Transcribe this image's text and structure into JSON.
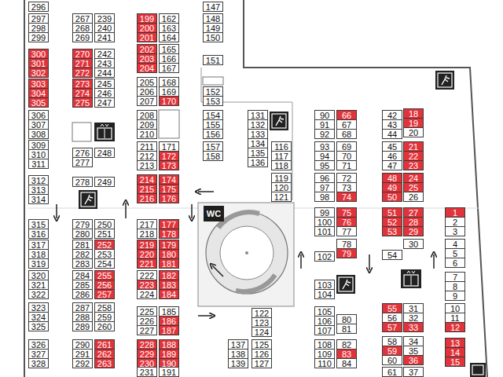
{
  "diagram": {
    "nodes": [
      {
        "text": [
          "296"
        ]
      },
      {
        "text": [
          "297"
        ]
      },
      {
        "text": [
          "298"
        ]
      },
      {
        "text": [
          "299"
        ]
      },
      {
        "text": [
          "300"
        ]
      },
      {
        "text": [
          "301"
        ]
      },
      {
        "text": [
          "302"
        ]
      },
      {
        "text": [
          "303"
        ]
      },
      {
        "text": [
          "304"
        ]
      },
      {
        "text": [
          "305"
        ]
      },
      {
        "text": [
          "306"
        ]
      },
      {
        "text": [
          "307"
        ]
      },
      {
        "text": [
          "308"
        ]
      },
      {
        "text": [
          "309"
        ]
      },
      {
        "text": [
          "310"
        ]
      },
      {
        "text": [
          "311"
        ]
      },
      {
        "text": [
          "312"
        ]
      },
      {
        "text": [
          "313"
        ]
      },
      {
        "text": [
          "314"
        ]
      },
      {
        "text": [
          "315"
        ]
      },
      {
        "text": [
          "316"
        ]
      },
      {
        "text": [
          "317"
        ]
      },
      {
        "text": [
          "318"
        ]
      },
      {
        "text": [
          "319"
        ]
      },
      {
        "text": [
          "320"
        ]
      },
      {
        "text": [
          "321"
        ]
      },
      {
        "text": [
          "322"
        ]
      },
      {
        "text": [
          "323"
        ]
      },
      {
        "text": [
          "324"
        ]
      },
      {
        "text": [
          "325"
        ]
      },
      {
        "text": [
          "326"
        ]
      },
      {
        "text": [
          "327"
        ]
      },
      {
        "text": [
          "328"
        ]
      },
      {
        "text": [
          "267"
        ]
      },
      {
        "text": [
          "268"
        ]
      },
      {
        "text": [
          "269"
        ]
      },
      {
        "text": [
          "270"
        ]
      },
      {
        "text": [
          "271"
        ]
      },
      {
        "text": [
          "272"
        ]
      },
      {
        "text": [
          "273"
        ]
      },
      {
        "text": [
          "274"
        ]
      },
      {
        "text": [
          "275"
        ]
      },
      {
        "text": [
          "276"
        ]
      },
      {
        "text": [
          "277"
        ]
      },
      {
        "text": [
          "278"
        ]
      },
      {
        "text": [
          "279"
        ]
      },
      {
        "text": [
          "280"
        ]
      },
      {
        "text": [
          "281"
        ]
      },
      {
        "text": [
          "282"
        ]
      },
      {
        "text": [
          "283"
        ]
      },
      {
        "text": [
          "284"
        ]
      },
      {
        "text": [
          "285"
        ]
      },
      {
        "text": [
          "286"
        ]
      },
      {
        "text": [
          "287"
        ]
      },
      {
        "text": [
          "288"
        ]
      },
      {
        "text": [
          "289"
        ]
      },
      {
        "text": [
          "290"
        ]
      },
      {
        "text": [
          "291"
        ]
      },
      {
        "text": [
          "292"
        ]
      },
      {
        "text": [
          "239"
        ]
      },
      {
        "text": [
          "240"
        ]
      },
      {
        "text": [
          "241"
        ]
      },
      {
        "text": [
          "242"
        ]
      },
      {
        "text": [
          "243"
        ]
      },
      {
        "text": [
          "244"
        ]
      },
      {
        "text": [
          "245"
        ]
      },
      {
        "text": [
          "246"
        ]
      },
      {
        "text": [
          "247"
        ]
      },
      {
        "text": [
          "248"
        ]
      },
      {
        "text": [
          "249"
        ]
      },
      {
        "text": [
          "250"
        ]
      },
      {
        "text": [
          "251"
        ]
      },
      {
        "text": [
          "252"
        ]
      },
      {
        "text": [
          "253"
        ]
      },
      {
        "text": [
          "254"
        ]
      },
      {
        "text": [
          "255"
        ]
      },
      {
        "text": [
          "256"
        ]
      },
      {
        "text": [
          "257"
        ]
      },
      {
        "text": [
          "258"
        ]
      },
      {
        "text": [
          "259"
        ]
      },
      {
        "text": [
          "260"
        ]
      },
      {
        "text": [
          "261"
        ]
      },
      {
        "text": [
          "262"
        ]
      },
      {
        "text": [
          "263"
        ]
      },
      {
        "text": [
          "199"
        ]
      },
      {
        "text": [
          "200"
        ]
      },
      {
        "text": [
          "201"
        ]
      },
      {
        "text": [
          "202"
        ]
      },
      {
        "text": [
          "203"
        ]
      },
      {
        "text": [
          "204"
        ]
      },
      {
        "text": [
          "205"
        ]
      },
      {
        "text": [
          "206"
        ]
      },
      {
        "text": [
          "207"
        ]
      },
      {
        "text": [
          "208"
        ]
      },
      {
        "text": [
          "209"
        ]
      },
      {
        "text": [
          "210"
        ]
      },
      {
        "text": [
          "211"
        ]
      },
      {
        "text": [
          "212"
        ]
      },
      {
        "text": [
          "213"
        ]
      },
      {
        "text": [
          "214"
        ]
      },
      {
        "text": [
          "215"
        ]
      },
      {
        "text": [
          "216"
        ]
      },
      {
        "text": [
          "217"
        ]
      },
      {
        "text": [
          "218"
        ]
      },
      {
        "text": [
          "219"
        ]
      },
      {
        "text": [
          "220"
        ]
      },
      {
        "text": [
          "221"
        ]
      },
      {
        "text": [
          "222"
        ]
      },
      {
        "text": [
          "223"
        ]
      },
      {
        "text": [
          "224"
        ]
      },
      {
        "text": [
          "225"
        ]
      },
      {
        "text": [
          "226"
        ]
      },
      {
        "text": [
          "227"
        ]
      },
      {
        "text": [
          "228"
        ]
      },
      {
        "text": [
          "229"
        ]
      },
      {
        "text": [
          "230"
        ]
      },
      {
        "text": [
          "231"
        ]
      },
      {
        "text": [
          "162"
        ]
      },
      {
        "text": [
          "163"
        ]
      },
      {
        "text": [
          "164"
        ]
      },
      {
        "text": [
          "165"
        ]
      },
      {
        "text": [
          "166"
        ]
      },
      {
        "text": [
          "167"
        ]
      },
      {
        "text": [
          "168"
        ]
      },
      {
        "text": [
          "169"
        ]
      },
      {
        "text": [
          "170"
        ]
      },
      {
        "text": [
          "171"
        ]
      },
      {
        "text": [
          "172"
        ]
      },
      {
        "text": [
          "173"
        ]
      },
      {
        "text": [
          "174"
        ]
      },
      {
        "text": [
          "175"
        ]
      },
      {
        "text": [
          "176"
        ]
      },
      {
        "text": [
          "177"
        ]
      },
      {
        "text": [
          "178"
        ]
      },
      {
        "text": [
          "179"
        ]
      },
      {
        "text": [
          "180"
        ]
      },
      {
        "text": [
          "181"
        ]
      },
      {
        "text": [
          "182"
        ]
      },
      {
        "text": [
          "183"
        ]
      },
      {
        "text": [
          "184"
        ]
      },
      {
        "text": [
          "185"
        ]
      },
      {
        "text": [
          "186"
        ]
      },
      {
        "text": [
          "187"
        ]
      },
      {
        "text": [
          "188"
        ]
      },
      {
        "text": [
          "189"
        ]
      },
      {
        "text": [
          "190"
        ]
      },
      {
        "text": [
          "191"
        ]
      },
      {
        "text": [
          "147"
        ]
      },
      {
        "text": [
          "148"
        ]
      },
      {
        "text": [
          "149"
        ]
      },
      {
        "text": [
          "150"
        ]
      },
      {
        "text": [
          "151"
        ]
      },
      {
        "text": [
          "152"
        ]
      },
      {
        "text": [
          "153"
        ]
      },
      {
        "text": [
          "154"
        ]
      },
      {
        "text": [
          "155"
        ]
      },
      {
        "text": [
          "156"
        ]
      },
      {
        "text": [
          "157"
        ]
      },
      {
        "text": [
          "158"
        ]
      },
      {
        "text": [
          "131"
        ]
      },
      {
        "text": [
          "132"
        ]
      },
      {
        "text": [
          "133"
        ]
      },
      {
        "text": [
          "134"
        ]
      },
      {
        "text": [
          "135"
        ]
      },
      {
        "text": [
          "136"
        ]
      },
      {
        "text": [
          "116"
        ]
      },
      {
        "text": [
          "117"
        ]
      },
      {
        "text": [
          "118"
        ]
      },
      {
        "text": [
          "119"
        ]
      },
      {
        "text": [
          "120"
        ]
      },
      {
        "text": [
          "121"
        ]
      },
      {
        "text": [
          "122"
        ]
      },
      {
        "text": [
          "123"
        ]
      },
      {
        "text": [
          "124"
        ]
      },
      {
        "text": [
          "125"
        ]
      },
      {
        "text": [
          "126"
        ]
      },
      {
        "text": [
          "127"
        ]
      },
      {
        "text": [
          "137"
        ]
      },
      {
        "text": [
          "138"
        ]
      },
      {
        "text": [
          "139"
        ]
      },
      {
        "text": [
          "90"
        ]
      },
      {
        "text": [
          "91"
        ]
      },
      {
        "text": [
          "92"
        ]
      },
      {
        "text": [
          "93"
        ]
      },
      {
        "text": [
          "94"
        ]
      },
      {
        "text": [
          "95"
        ]
      },
      {
        "text": [
          "96"
        ]
      },
      {
        "text": [
          "97"
        ]
      },
      {
        "text": [
          "98"
        ]
      },
      {
        "text": [
          "99"
        ]
      },
      {
        "text": [
          "100"
        ]
      },
      {
        "text": [
          "101"
        ]
      },
      {
        "text": [
          "102"
        ]
      },
      {
        "text": [
          "103"
        ]
      },
      {
        "text": [
          "104"
        ]
      },
      {
        "text": [
          "105"
        ]
      },
      {
        "text": [
          "106"
        ]
      },
      {
        "text": [
          "107"
        ]
      },
      {
        "text": [
          "108"
        ]
      },
      {
        "text": [
          "109"
        ]
      },
      {
        "text": [
          "110"
        ]
      },
      {
        "text": [
          "66"
        ]
      },
      {
        "text": [
          "67"
        ]
      },
      {
        "text": [
          "68"
        ]
      },
      {
        "text": [
          "69"
        ]
      },
      {
        "text": [
          "70"
        ]
      },
      {
        "text": [
          "71"
        ]
      },
      {
        "text": [
          "72"
        ]
      },
      {
        "text": [
          "73"
        ]
      },
      {
        "text": [
          "74"
        ]
      },
      {
        "text": [
          "75"
        ]
      },
      {
        "text": [
          "76"
        ]
      },
      {
        "text": [
          "77"
        ]
      },
      {
        "text": [
          "78"
        ]
      },
      {
        "text": [
          "79"
        ]
      },
      {
        "text": [
          "80"
        ]
      },
      {
        "text": [
          "81"
        ]
      },
      {
        "text": [
          "82"
        ]
      },
      {
        "text": [
          "83"
        ]
      },
      {
        "text": [
          "84"
        ]
      },
      {
        "text": [
          "42"
        ]
      },
      {
        "text": [
          "43"
        ]
      },
      {
        "text": [
          "44"
        ]
      },
      {
        "text": [
          "45"
        ]
      },
      {
        "text": [
          "46"
        ]
      },
      {
        "text": [
          "47"
        ]
      },
      {
        "text": [
          "48"
        ]
      },
      {
        "text": [
          "49"
        ]
      },
      {
        "text": [
          "50"
        ]
      },
      {
        "text": [
          "51"
        ]
      },
      {
        "text": [
          "52"
        ]
      },
      {
        "text": [
          "53"
        ]
      },
      {
        "text": [
          "54"
        ]
      },
      {
        "text": [
          "55"
        ]
      },
      {
        "text": [
          "56"
        ]
      },
      {
        "text": [
          "57"
        ]
      },
      {
        "text": [
          "58"
        ]
      },
      {
        "text": [
          "59"
        ]
      },
      {
        "text": [
          "60"
        ]
      },
      {
        "text": [
          "61"
        ]
      },
      {
        "text": [
          "18"
        ]
      },
      {
        "text": [
          "19"
        ]
      },
      {
        "text": [
          "20"
        ]
      },
      {
        "text": [
          "21"
        ]
      },
      {
        "text": [
          "22"
        ]
      },
      {
        "text": [
          "23"
        ]
      },
      {
        "text": [
          "24"
        ]
      },
      {
        "text": [
          "25"
        ]
      },
      {
        "text": [
          "26"
        ]
      },
      {
        "text": [
          "27"
        ]
      },
      {
        "text": [
          "28"
        ]
      },
      {
        "text": [
          "29"
        ]
      },
      {
        "text": [
          "30"
        ]
      },
      {
        "text": [
          "31"
        ]
      },
      {
        "text": [
          "32"
        ]
      },
      {
        "text": [
          "33"
        ]
      },
      {
        "text": [
          "34"
        ]
      },
      {
        "text": [
          "35"
        ]
      },
      {
        "text": [
          "36"
        ]
      },
      {
        "text": [
          "37"
        ]
      },
      {
        "text": [
          "1"
        ]
      },
      {
        "text": [
          "2"
        ]
      },
      {
        "text": [
          "3"
        ]
      },
      {
        "text": [
          "4"
        ]
      },
      {
        "text": [
          "5"
        ]
      },
      {
        "text": [
          "6"
        ]
      },
      {
        "text": [
          "7"
        ]
      },
      {
        "text": [
          "8"
        ]
      },
      {
        "text": [
          "9"
        ]
      },
      {
        "text": [
          "10"
        ]
      },
      {
        "text": [
          "11"
        ]
      },
      {
        "text": [
          "12"
        ]
      },
      {
        "text": [
          "13"
        ]
      },
      {
        "text": [
          "14"
        ]
      },
      {
        "text": [
          "15"
        ]
      },
      {
        "text": [
          "WC"
        ]
      }
    ]
  }
}
